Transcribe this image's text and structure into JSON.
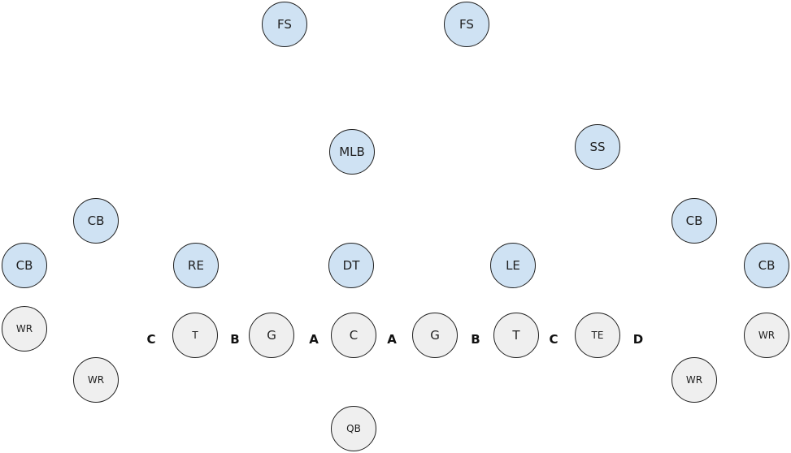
{
  "colors": {
    "defense_fill": "#cfe2f3",
    "offense_fill": "#efefef",
    "outline": "#1f1f1f"
  },
  "defense": [
    {
      "label": "FS"
    },
    {
      "label": "FS"
    },
    {
      "label": "MLB"
    },
    {
      "label": "SS"
    },
    {
      "label": "CB"
    },
    {
      "label": "CB"
    },
    {
      "label": "RE"
    },
    {
      "label": "DT"
    },
    {
      "label": "LE"
    },
    {
      "label": "CB"
    },
    {
      "label": "CB"
    }
  ],
  "offense": [
    {
      "label": "WR"
    },
    {
      "label": "WR"
    },
    {
      "label": "T"
    },
    {
      "label": "G"
    },
    {
      "label": "C"
    },
    {
      "label": "G"
    },
    {
      "label": "T"
    },
    {
      "label": "TE"
    },
    {
      "label": "WR"
    },
    {
      "label": "WR"
    },
    {
      "label": "QB"
    }
  ],
  "gaps": [
    {
      "label": "C"
    },
    {
      "label": "B"
    },
    {
      "label": "A"
    },
    {
      "label": "A"
    },
    {
      "label": "B"
    },
    {
      "label": "C"
    },
    {
      "label": "D"
    }
  ]
}
